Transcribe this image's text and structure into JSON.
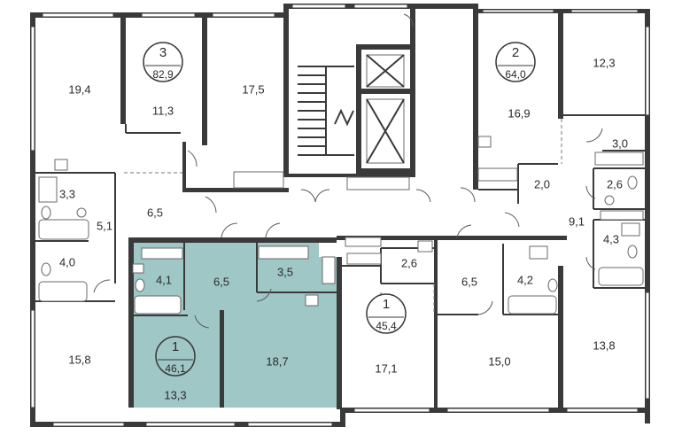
{
  "colors": {
    "wall": "#3a3a3a",
    "highlight": "#9ec7c6",
    "background": "#ffffff"
  },
  "rooms": [
    {
      "id": "r01",
      "label": "19,4"
    },
    {
      "id": "r02",
      "label": "11,3"
    },
    {
      "id": "r03",
      "label": "17,5"
    },
    {
      "id": "r04",
      "label": "16,9"
    },
    {
      "id": "r05",
      "label": "12,3"
    },
    {
      "id": "r06",
      "label": "3,0"
    },
    {
      "id": "r07",
      "label": "2,0"
    },
    {
      "id": "r08",
      "label": "2,6"
    },
    {
      "id": "r09",
      "label": "9,1"
    },
    {
      "id": "r10",
      "label": "4,3"
    },
    {
      "id": "r11",
      "label": "3,3"
    },
    {
      "id": "r12",
      "label": "5,1"
    },
    {
      "id": "r13",
      "label": "6,5"
    },
    {
      "id": "r14",
      "label": "4,0"
    },
    {
      "id": "r15",
      "label": "4,1"
    },
    {
      "id": "r16",
      "label": "6,5"
    },
    {
      "id": "r17",
      "label": "3,5"
    },
    {
      "id": "r18",
      "label": "2,6"
    },
    {
      "id": "r19",
      "label": "6,5"
    },
    {
      "id": "r20",
      "label": "4,2"
    },
    {
      "id": "r21",
      "label": "15,8"
    },
    {
      "id": "r22",
      "label": "13,3"
    },
    {
      "id": "r23",
      "label": "18,7"
    },
    {
      "id": "r24",
      "label": "17,1"
    },
    {
      "id": "r25",
      "label": "15,0"
    },
    {
      "id": "r26",
      "label": "13,8"
    }
  ],
  "apartments": [
    {
      "id": "apt3",
      "number": "3",
      "area": "82,9"
    },
    {
      "id": "apt2",
      "number": "2",
      "area": "64,0"
    },
    {
      "id": "apt1a",
      "number": "1",
      "area": "45,4"
    },
    {
      "id": "apt1b",
      "number": "1",
      "area": "46,1"
    }
  ]
}
